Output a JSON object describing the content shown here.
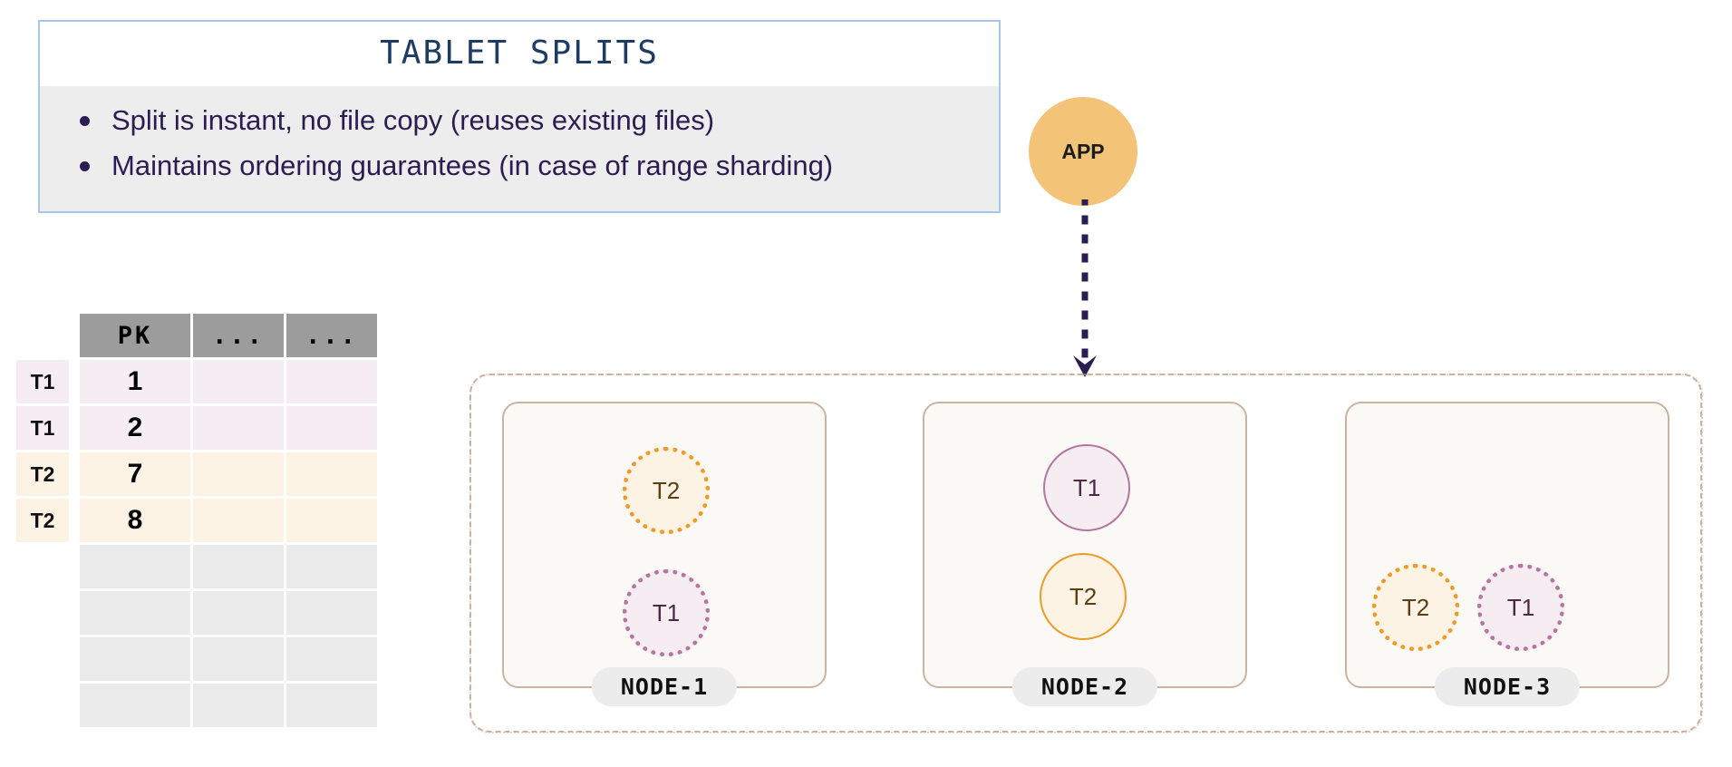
{
  "info_card": {
    "title": "TABLET SPLITS",
    "bullets": [
      "Split is instant, no file copy (reuses existing files)",
      "Maintains ordering guarantees (in case of range sharding)"
    ],
    "border_color": "#a7c6e8",
    "title_color": "#1d3b63",
    "body_bg": "#ededed",
    "text_color": "#2b1c52"
  },
  "table": {
    "headers": [
      "PK",
      "...",
      "..."
    ],
    "rows": [
      {
        "tag": "T1",
        "pk": "1",
        "c2": "",
        "c3": "",
        "kind": "t1"
      },
      {
        "tag": "T1",
        "pk": "2",
        "c2": "",
        "c3": "",
        "kind": "t1"
      },
      {
        "tag": "T2",
        "pk": "7",
        "c2": "",
        "c3": "",
        "kind": "t2"
      },
      {
        "tag": "T2",
        "pk": "8",
        "c2": "",
        "c3": "",
        "kind": "t2"
      },
      {
        "tag": "",
        "pk": "",
        "c2": "",
        "c3": "",
        "kind": "empty"
      },
      {
        "tag": "",
        "pk": "",
        "c2": "",
        "c3": "",
        "kind": "empty"
      },
      {
        "tag": "",
        "pk": "",
        "c2": "",
        "c3": "",
        "kind": "empty"
      },
      {
        "tag": "",
        "pk": "",
        "c2": "",
        "c3": "",
        "kind": "empty"
      }
    ],
    "header_bg": "#9c9c9c",
    "t1_bg": "#f5edf2",
    "t2_bg": "#fcf3e4",
    "empty_bg": "#ebebeb"
  },
  "app": {
    "label": "APP",
    "fill": "#f3c377",
    "arrow_color": "#2b1c52"
  },
  "cluster": {
    "border_color": "#cbb39f",
    "nodes": [
      {
        "label": "NODE-1",
        "tablets": [
          {
            "name": "T2",
            "style": "dotted",
            "accent": "#ee9a28",
            "fill": "#fcf3e4"
          },
          {
            "name": "T1",
            "style": "dotted",
            "accent": "#b5759e",
            "fill": "#f5edf2"
          }
        ]
      },
      {
        "label": "NODE-2",
        "tablets": [
          {
            "name": "T1",
            "style": "solid",
            "accent": "#b5759e",
            "fill": "#f5edf2"
          },
          {
            "name": "T2",
            "style": "solid",
            "accent": "#ee9a28",
            "fill": "#fcf3e4"
          }
        ]
      },
      {
        "label": "NODE-3",
        "tablets": [
          {
            "name": "T2",
            "style": "dotted",
            "accent": "#ee9a28",
            "fill": "#fcf3e4"
          },
          {
            "name": "T1",
            "style": "dotted",
            "accent": "#b5759e",
            "fill": "#f5edf2"
          }
        ]
      }
    ]
  }
}
